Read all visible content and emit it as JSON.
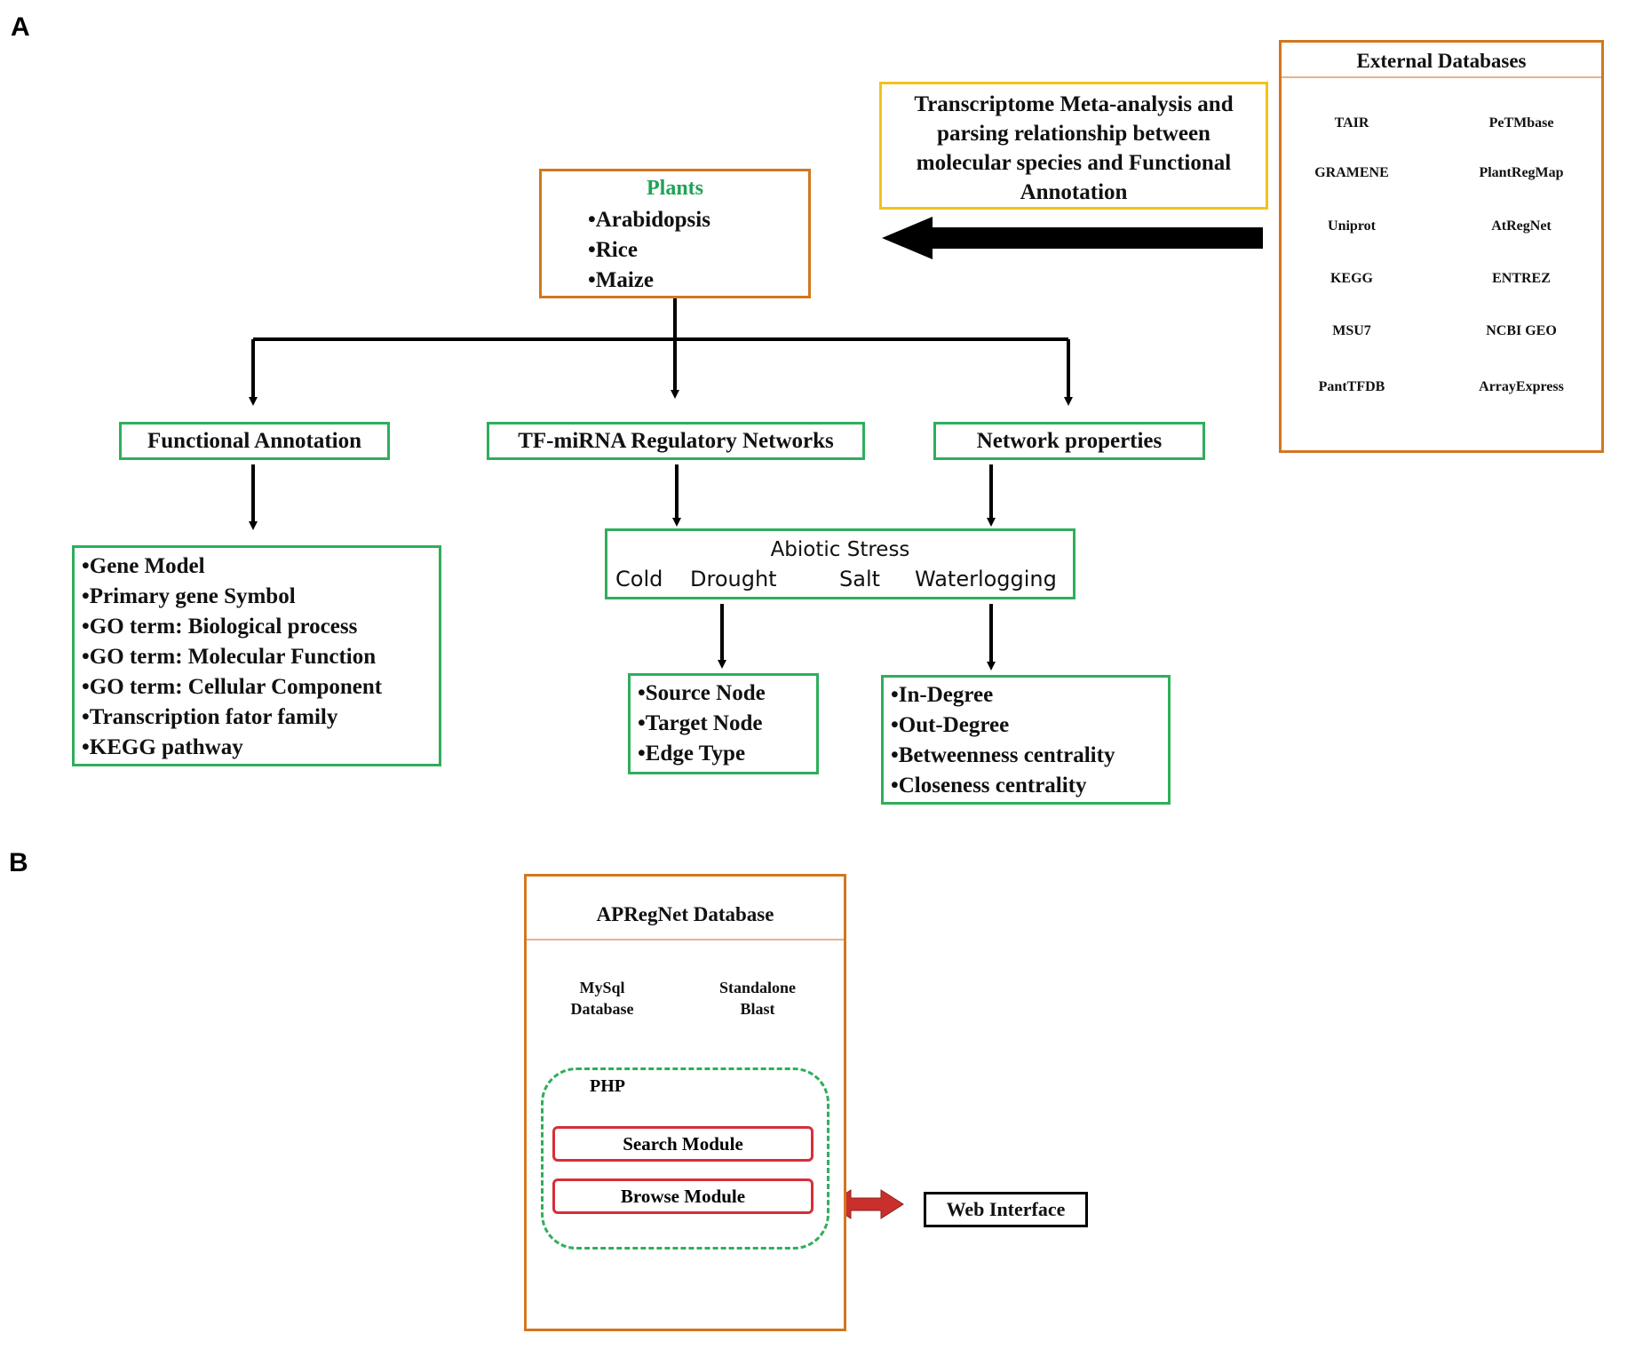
{
  "panels": {
    "a": "A",
    "b": "B"
  },
  "colors": {
    "green_border": "#2fae5b",
    "orange_border": "#d2771f",
    "yellow_border": "#f2c21c",
    "red_border": "#d62f3a",
    "arrow_red": "#c9302c",
    "plants_text": "#1fa355"
  },
  "external_databases": {
    "title": "External Databases",
    "left_column": [
      "TAIR",
      "GRAMENE",
      "Uniprot",
      "KEGG",
      "MSU7",
      "PantTFDB"
    ],
    "right_column": [
      "PeTMbase",
      "PlantRegMap",
      "AtRegNet",
      "ENTREZ",
      "NCBI GEO",
      "ArrayExpress"
    ]
  },
  "meta_analysis": {
    "lines": [
      "Transcriptome Meta-analysis and",
      "parsing relationship between",
      "molecular species and Functional",
      "Annotation"
    ]
  },
  "plants": {
    "title": "Plants",
    "items": [
      "•Arabidopsis",
      "•Rice",
      "•Maize"
    ]
  },
  "functional_annotation": {
    "label": "Functional Annotation",
    "items": [
      "•Gene Model",
      "•Primary gene Symbol",
      "•GO term: Biological process",
      "•GO term: Molecular Function",
      "•GO term: Cellular Component",
      "•Transcription fator family",
      "•KEGG pathway"
    ]
  },
  "tf_mirna": {
    "label": "TF-miRNA Regulatory Networks"
  },
  "network_properties": {
    "label": "Network properties",
    "items": [
      "•In-Degree",
      "•Out-Degree",
      "•Betweenness centrality",
      "•Closeness centrality"
    ]
  },
  "abiotic_stress": {
    "title": "Abiotic Stress",
    "conditions": [
      "Cold",
      "Drought",
      "Salt",
      "Waterlogging"
    ]
  },
  "network_nodes": {
    "items": [
      "•Source Node",
      "•Target Node",
      "•Edge Type"
    ]
  },
  "apregnet": {
    "title": "APRegNet Database",
    "mysql": [
      "MySql",
      "Database"
    ],
    "blast": [
      "Standalone",
      "Blast"
    ],
    "php": "PHP",
    "search_module": "Search Module",
    "browse_module": "Browse Module",
    "web_interface": "Web Interface"
  }
}
